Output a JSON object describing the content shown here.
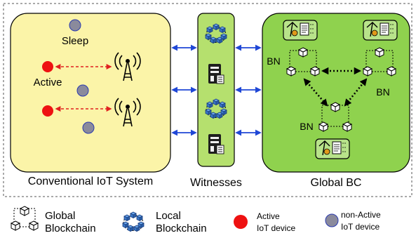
{
  "panels": {
    "left_label": "Conventional IoT System",
    "middle_label": "Witnesses",
    "right_label": "Global BC"
  },
  "left": {
    "sleep_label": "Sleep",
    "active_label": "Active"
  },
  "right": {
    "bn_labels": [
      "BN",
      "BN",
      "BN"
    ]
  },
  "legend": {
    "global_blockchain": [
      "Global",
      "Blockchain"
    ],
    "local_blockchain": [
      "Local",
      "Blockchain"
    ],
    "active_device": [
      "Active",
      "IoT device"
    ],
    "nonactive_device": [
      "non-Active",
      "IoT device"
    ]
  },
  "colors": {
    "iot_panel": "#fbf4a8",
    "witness_panel": "#b5e06e",
    "global_panel": "#8fd24e",
    "active_dot": "#ee1111",
    "inactive_dot": "#8a8a9c",
    "link_arrow": "#1f47d6",
    "radio_link": "#e02020",
    "bc_cube": "#3a78c8"
  },
  "icons": [
    "antenna-tower-icon",
    "server-icon",
    "local-blockchain-icon",
    "miner-ledger-icon",
    "global-block-icon"
  ]
}
